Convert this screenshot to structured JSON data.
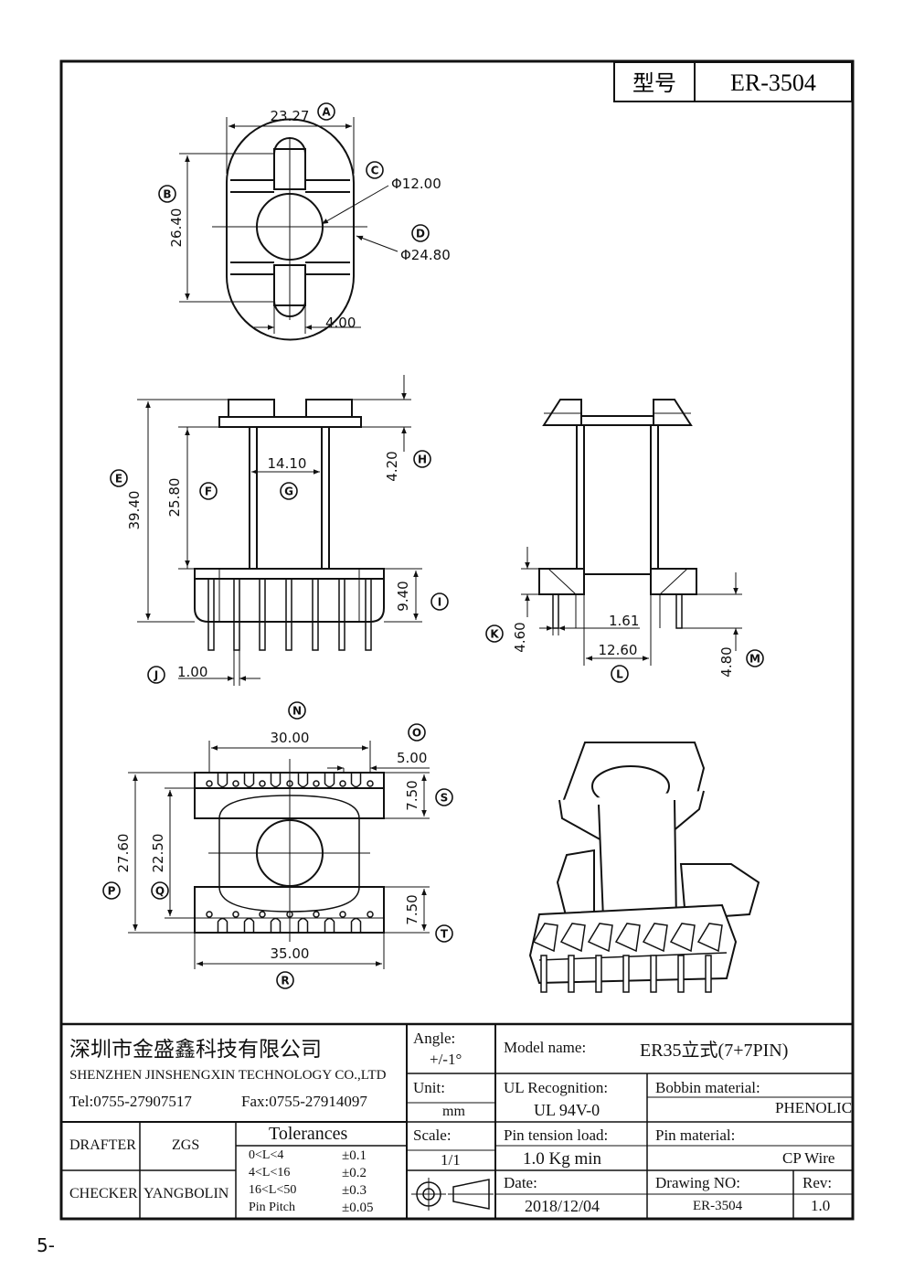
{
  "header": {
    "model_label": "型号",
    "model_value": "ER-3504"
  },
  "dimensions": {
    "A": "23.27",
    "B": "26.40",
    "C": "Φ12.00",
    "D": "Φ24.80",
    "slot": "4.00",
    "E": "39.40",
    "F": "25.80",
    "G": "14.10",
    "H": "4.20",
    "I": "9.40",
    "J": "1.00",
    "K": "4.60",
    "pin": "1.61",
    "L": "12.60",
    "M": "4.80",
    "N": "30.00",
    "O": "5.00",
    "P": "27.60",
    "Q": "22.50",
    "R": "35.00",
    "S": "7.50",
    "T": "7.50"
  },
  "callouts": [
    "A",
    "B",
    "C",
    "D",
    "E",
    "F",
    "G",
    "H",
    "I",
    "J",
    "K",
    "L",
    "M",
    "N",
    "O",
    "P",
    "Q",
    "R",
    "S",
    "T"
  ],
  "title_block": {
    "company_cn": "深圳市金盛鑫科技有限公司",
    "company_en": "SHENZHEN JINSHENGXIN TECHNOLOGY CO.,LTD",
    "tel": "Tel:0755-27907517",
    "fax": "Fax:0755-27914097",
    "angle_label": "Angle:",
    "angle_value": "+/-1°",
    "unit_label": "Unit:",
    "unit_value": "mm",
    "scale_label": "Scale:",
    "scale_value": "1/1",
    "model_name_label": "Model name:",
    "model_name_value": "ER35立式(7+7PIN)",
    "ul_label": "UL Recognition:",
    "ul_value": "UL 94V-0",
    "bobbin_label": "Bobbin material:",
    "bobbin_value": "PHENOLIC",
    "pin_tension_label": "Pin tension load:",
    "pin_tension_value": "1.0 Kg min",
    "pin_material_label": "Pin material:",
    "pin_material_value": "CP Wire",
    "date_label": "Date:",
    "date_value": "2018/12/04",
    "drawing_no_label": "Drawing NO:",
    "drawing_no_value": "ER-3504",
    "rev_label": "Rev:",
    "rev_value": "1.0",
    "drafter_label": "DRAFTER",
    "drafter_value": "ZGS",
    "checker_label": "CHECKER",
    "checker_value": "YANGBOLIN",
    "tolerances_title": "Tolerances",
    "tolerances": [
      {
        "range": "0<L<4",
        "value": "±0.1"
      },
      {
        "range": "4<L<16",
        "value": "±0.2"
      },
      {
        "range": "16<L<50",
        "value": "±0.3"
      },
      {
        "range": "Pin Pitch",
        "value": "±0.05"
      }
    ]
  },
  "page_number": "5-"
}
